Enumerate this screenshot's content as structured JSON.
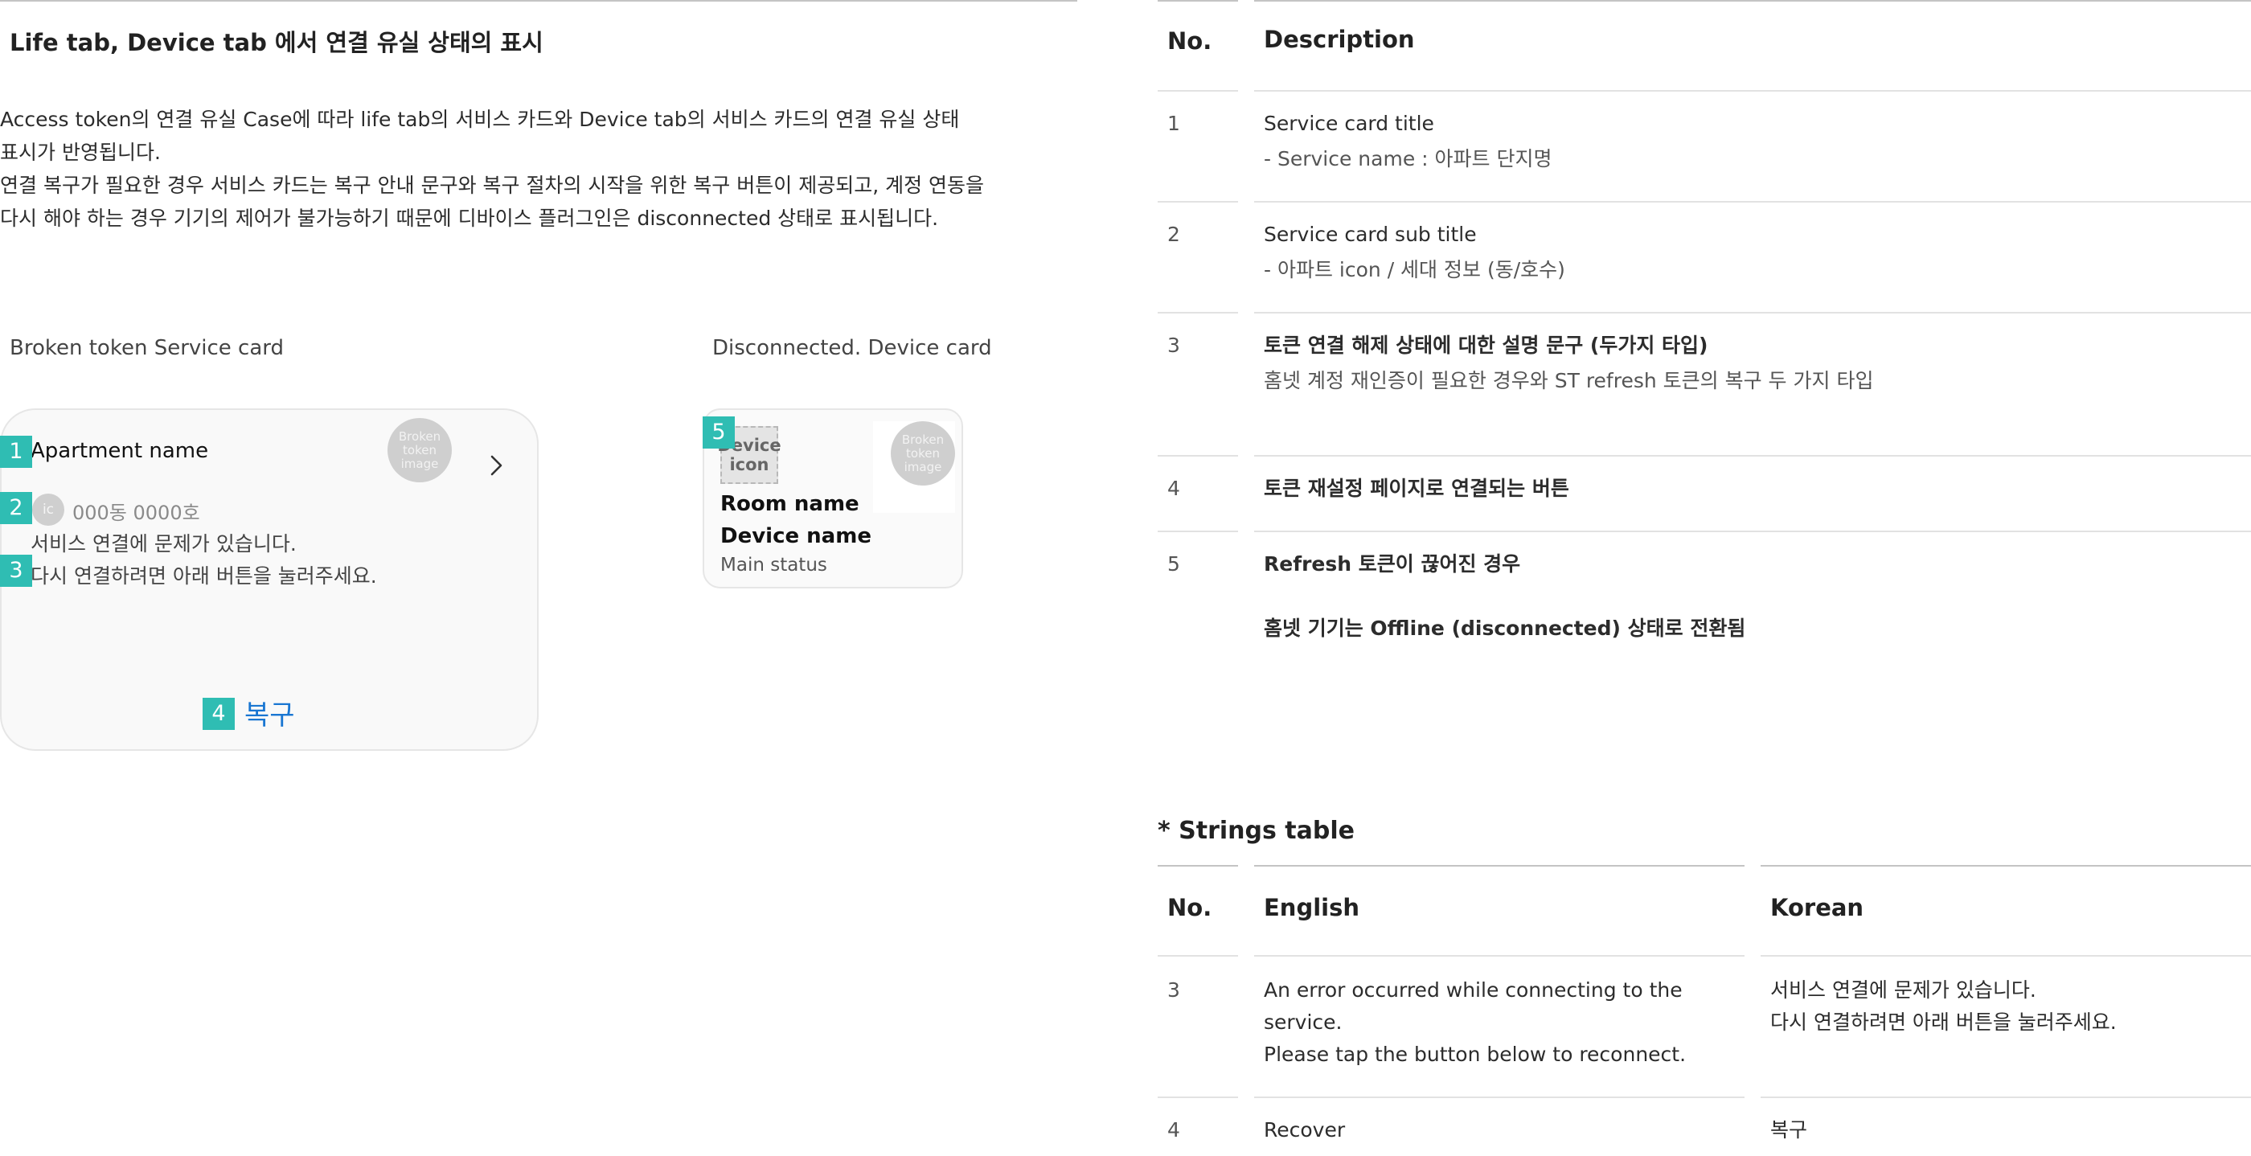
{
  "left": {
    "title": "Life tab, Device tab 에서 연결 유실 상태의 표시",
    "intro": [
      "Access token의 연결 유실 Case에 따라 life tab의 서비스 카드와 Device tab의 서비스 카드의 연결 유실 상태",
      "표시가 반영됩니다.",
      "연결 복구가 필요한 경우 서비스 카드는 복구 안내 문구와 복구 절차의 시작을 위한 복구 버튼이 제공되고, 계정 연동을",
      "다시 해야 하는 경우 기기의 제어가 불가능하기 때문에 디바이스 플러그인은 disconnected 상태로 표시됩니다."
    ],
    "service_caption": "Broken token Service card",
    "device_caption": "Disconnected. Device card",
    "service_card": {
      "title": "Apartment name",
      "image_label": "Broken token image",
      "image_lines": [
        "Broken",
        "token",
        "image"
      ],
      "icon_label": "ic",
      "subtitle": "000동 0000호",
      "message_line1": "서비스 연결에 문제가 있습니다.",
      "message_line2": "다시 연결하려면 아래 버튼을 눌러주세요.",
      "button": "복구"
    },
    "device_card": {
      "icon_lines": [
        "Device",
        "icon"
      ],
      "image_lines": [
        "Broken",
        "token",
        "image"
      ],
      "room": "Room name",
      "device": "Device name",
      "status": "Main status"
    },
    "markers": [
      "1",
      "2",
      "3",
      "4",
      "5"
    ]
  },
  "desc_table": {
    "headers": {
      "no": "No.",
      "desc": "Description"
    },
    "rows": [
      {
        "no": "1",
        "line1": "Service card title",
        "line2": "- Service name : 아파트 단지명"
      },
      {
        "no": "2",
        "line1": "Service card sub title",
        "line2": "- 아파트 icon / 세대 정보 (동/호수)"
      },
      {
        "no": "3",
        "line1": "토큰 연결 해제 상태에 대한 설명 문구 (두가지 타입)",
        "line2": "홈넷 계정 재인증이 필요한 경우와 ST refresh 토큰의 복구 두 가지 타입"
      },
      {
        "no": "4",
        "line1": "토큰 재설정 페이지로 연결되는 버튼"
      },
      {
        "no": "5",
        "line1": "Refresh 토큰이 끊어진 경우",
        "line2": "홈넷 기기는 Offline (disconnected) 상태로 전환됨"
      }
    ]
  },
  "strings_table": {
    "title": "* Strings table",
    "headers": {
      "no": "No.",
      "english": "English",
      "korean": "Korean"
    },
    "rows": [
      {
        "no": "3",
        "english": [
          "An error occurred while connecting to the",
          "service.",
          "Please tap the button below to reconnect."
        ],
        "korean": [
          "서비스 연결에 문제가 있습니다.",
          "다시 연결하려면 아래 버튼을 눌러주세요."
        ]
      },
      {
        "no": "4",
        "english": [
          "Recover"
        ],
        "korean": [
          "복구"
        ]
      }
    ]
  },
  "colors": {
    "marker": "#2fbdb3",
    "recover_button": "#1976d2",
    "rule": "#c4c4c4"
  }
}
